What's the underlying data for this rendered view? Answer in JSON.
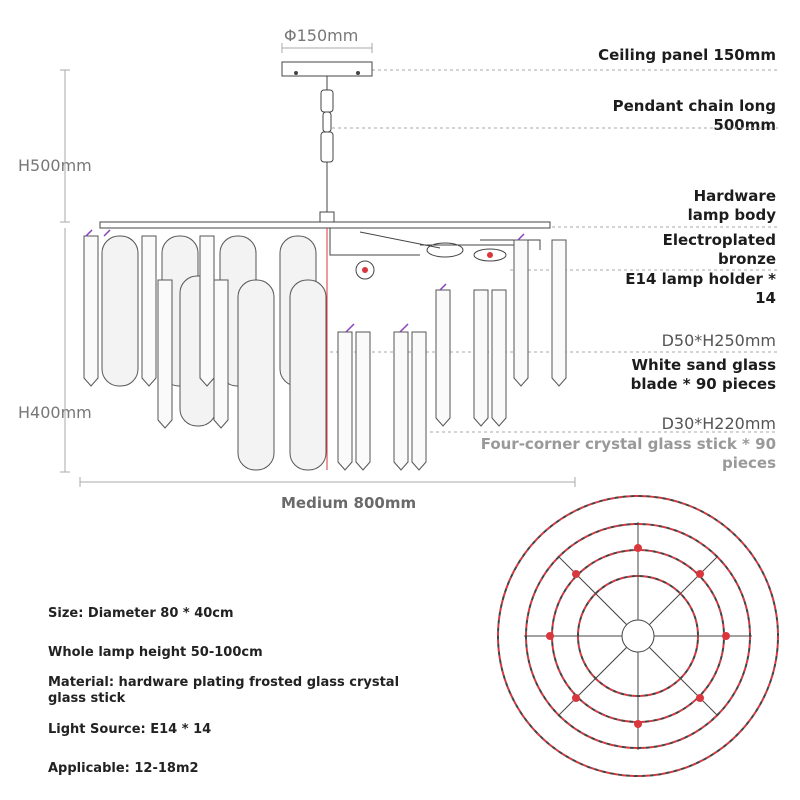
{
  "dimensions": {
    "ceiling_diameter": "Φ150mm",
    "chain_height": "H500mm",
    "body_height": "H400mm",
    "width": "Medium 800mm"
  },
  "callouts": {
    "ceiling_panel": "Ceiling panel 150mm",
    "pendant_chain": "Pendant chain long 500mm",
    "hardware_body": "Hardware lamp body",
    "electroplated": "Electroplated bronze",
    "lamp_holder": "E14 lamp holder * 14",
    "blade_size": "D50*H250mm",
    "blade_desc": "White sand glass blade * 90 pieces",
    "stick_size": "D30*H220mm",
    "stick_desc": "Four-corner crystal glass stick * 90 pieces"
  },
  "specs": {
    "size": "Size: Diameter 80 * 40cm",
    "height": "Whole lamp height 50-100cm",
    "material": "Material: hardware plating frosted glass crystal glass stick",
    "light_source": "Light Source: E14 * 14",
    "applicable": "Applicable: 12-18m2"
  },
  "colors": {
    "accent_red": "#d9363e",
    "accent_purple": "#8a3fbf",
    "line": "#555555",
    "dashed": "#aaaaaa"
  }
}
